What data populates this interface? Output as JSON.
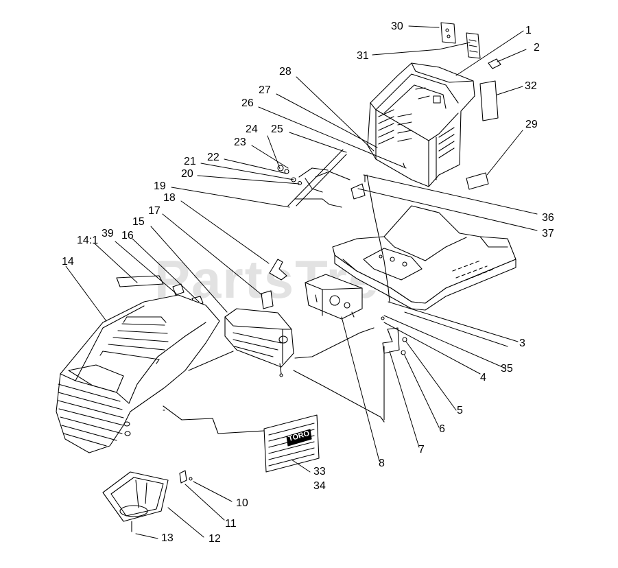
{
  "watermark": "PartsTree",
  "brand_plate_text": "TORO",
  "callouts": [
    {
      "id": "c1",
      "text": "1"
    },
    {
      "id": "c2",
      "text": "2"
    },
    {
      "id": "c3",
      "text": "3"
    },
    {
      "id": "c4",
      "text": "4"
    },
    {
      "id": "c5",
      "text": "5"
    },
    {
      "id": "c6",
      "text": "6"
    },
    {
      "id": "c7",
      "text": "7"
    },
    {
      "id": "c8",
      "text": "8"
    },
    {
      "id": "c10",
      "text": "10"
    },
    {
      "id": "c11",
      "text": "11"
    },
    {
      "id": "c12",
      "text": "12"
    },
    {
      "id": "c13",
      "text": "13"
    },
    {
      "id": "c14",
      "text": "14"
    },
    {
      "id": "c14_1",
      "text": "14:1"
    },
    {
      "id": "c15",
      "text": "15"
    },
    {
      "id": "c16",
      "text": "16"
    },
    {
      "id": "c17",
      "text": "17"
    },
    {
      "id": "c18",
      "text": "18"
    },
    {
      "id": "c19",
      "text": "19"
    },
    {
      "id": "c20",
      "text": "20"
    },
    {
      "id": "c21",
      "text": "21"
    },
    {
      "id": "c22",
      "text": "22"
    },
    {
      "id": "c23",
      "text": "23"
    },
    {
      "id": "c24",
      "text": "24"
    },
    {
      "id": "c25",
      "text": "25"
    },
    {
      "id": "c26",
      "text": "26"
    },
    {
      "id": "c27",
      "text": "27"
    },
    {
      "id": "c28",
      "text": "28"
    },
    {
      "id": "c29",
      "text": "29"
    },
    {
      "id": "c30",
      "text": "30"
    },
    {
      "id": "c31",
      "text": "31"
    },
    {
      "id": "c32",
      "text": "32"
    },
    {
      "id": "c33",
      "text": "33"
    },
    {
      "id": "c34",
      "text": "34"
    },
    {
      "id": "c35",
      "text": "35"
    },
    {
      "id": "c36",
      "text": "36"
    },
    {
      "id": "c37",
      "text": "37"
    },
    {
      "id": "c39",
      "text": "39"
    }
  ]
}
